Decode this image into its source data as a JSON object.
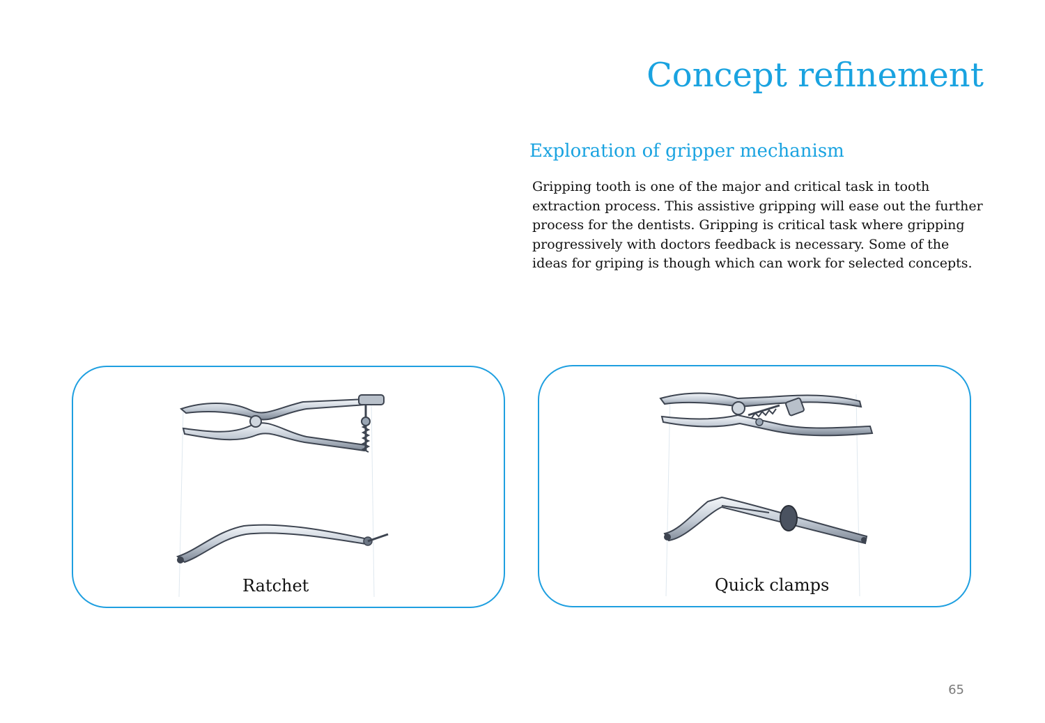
{
  "page": {
    "title": "Concept refinement",
    "page_number": "65"
  },
  "section": {
    "heading": "Exploration of gripper mechanism",
    "body": "Gripping tooth is one of the major and critical task in tooth extraction process. This assistive gripping will ease out the further process for the dentists. Gripping is critical task where gripping progressively with doctors feedback is necessary. Some of the ideas for griping is though which can work for selected concepts."
  },
  "cards": [
    {
      "caption": "Ratchet",
      "illustration_icon": "ratchet-pliers-sketch-icon"
    },
    {
      "caption": "Quick clamps",
      "illustration_icon": "quick-clamp-pliers-sketch-icon"
    }
  ],
  "colors": {
    "accent": "#1aa3e0",
    "card_border": "#1e9fe0",
    "text": "#111111",
    "page_number": "#7a7a7a",
    "metal_light": "#e6ecf2",
    "metal_mid": "#9aa6b4",
    "metal_dark": "#3d4450"
  }
}
